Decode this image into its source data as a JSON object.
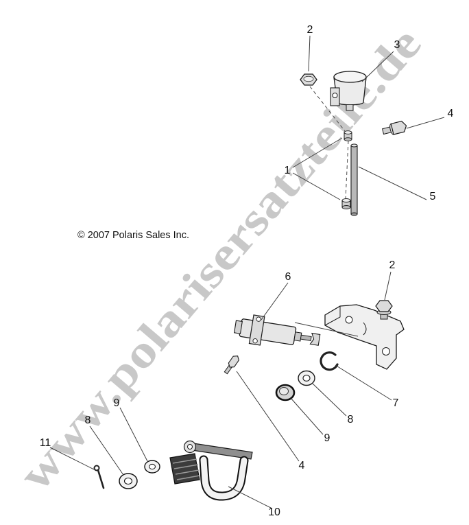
{
  "watermark": {
    "text": "www.polarisersatzteile.de"
  },
  "copyright": {
    "text": "© 2007 Polaris Sales Inc."
  },
  "callouts": [
    {
      "label": "2"
    },
    {
      "label": "3"
    },
    {
      "label": "4"
    },
    {
      "label": "1"
    },
    {
      "label": "5"
    },
    {
      "label": "2"
    },
    {
      "label": "6"
    },
    {
      "label": "7"
    },
    {
      "label": "8"
    },
    {
      "label": "9"
    },
    {
      "label": "4"
    },
    {
      "label": "9"
    },
    {
      "label": "8"
    },
    {
      "label": "11"
    },
    {
      "label": "10"
    }
  ],
  "colors": {
    "watermark_gray": "#c8c8c8",
    "line_black": "#1a1a1a",
    "part_fill": "#e8e8e8"
  }
}
